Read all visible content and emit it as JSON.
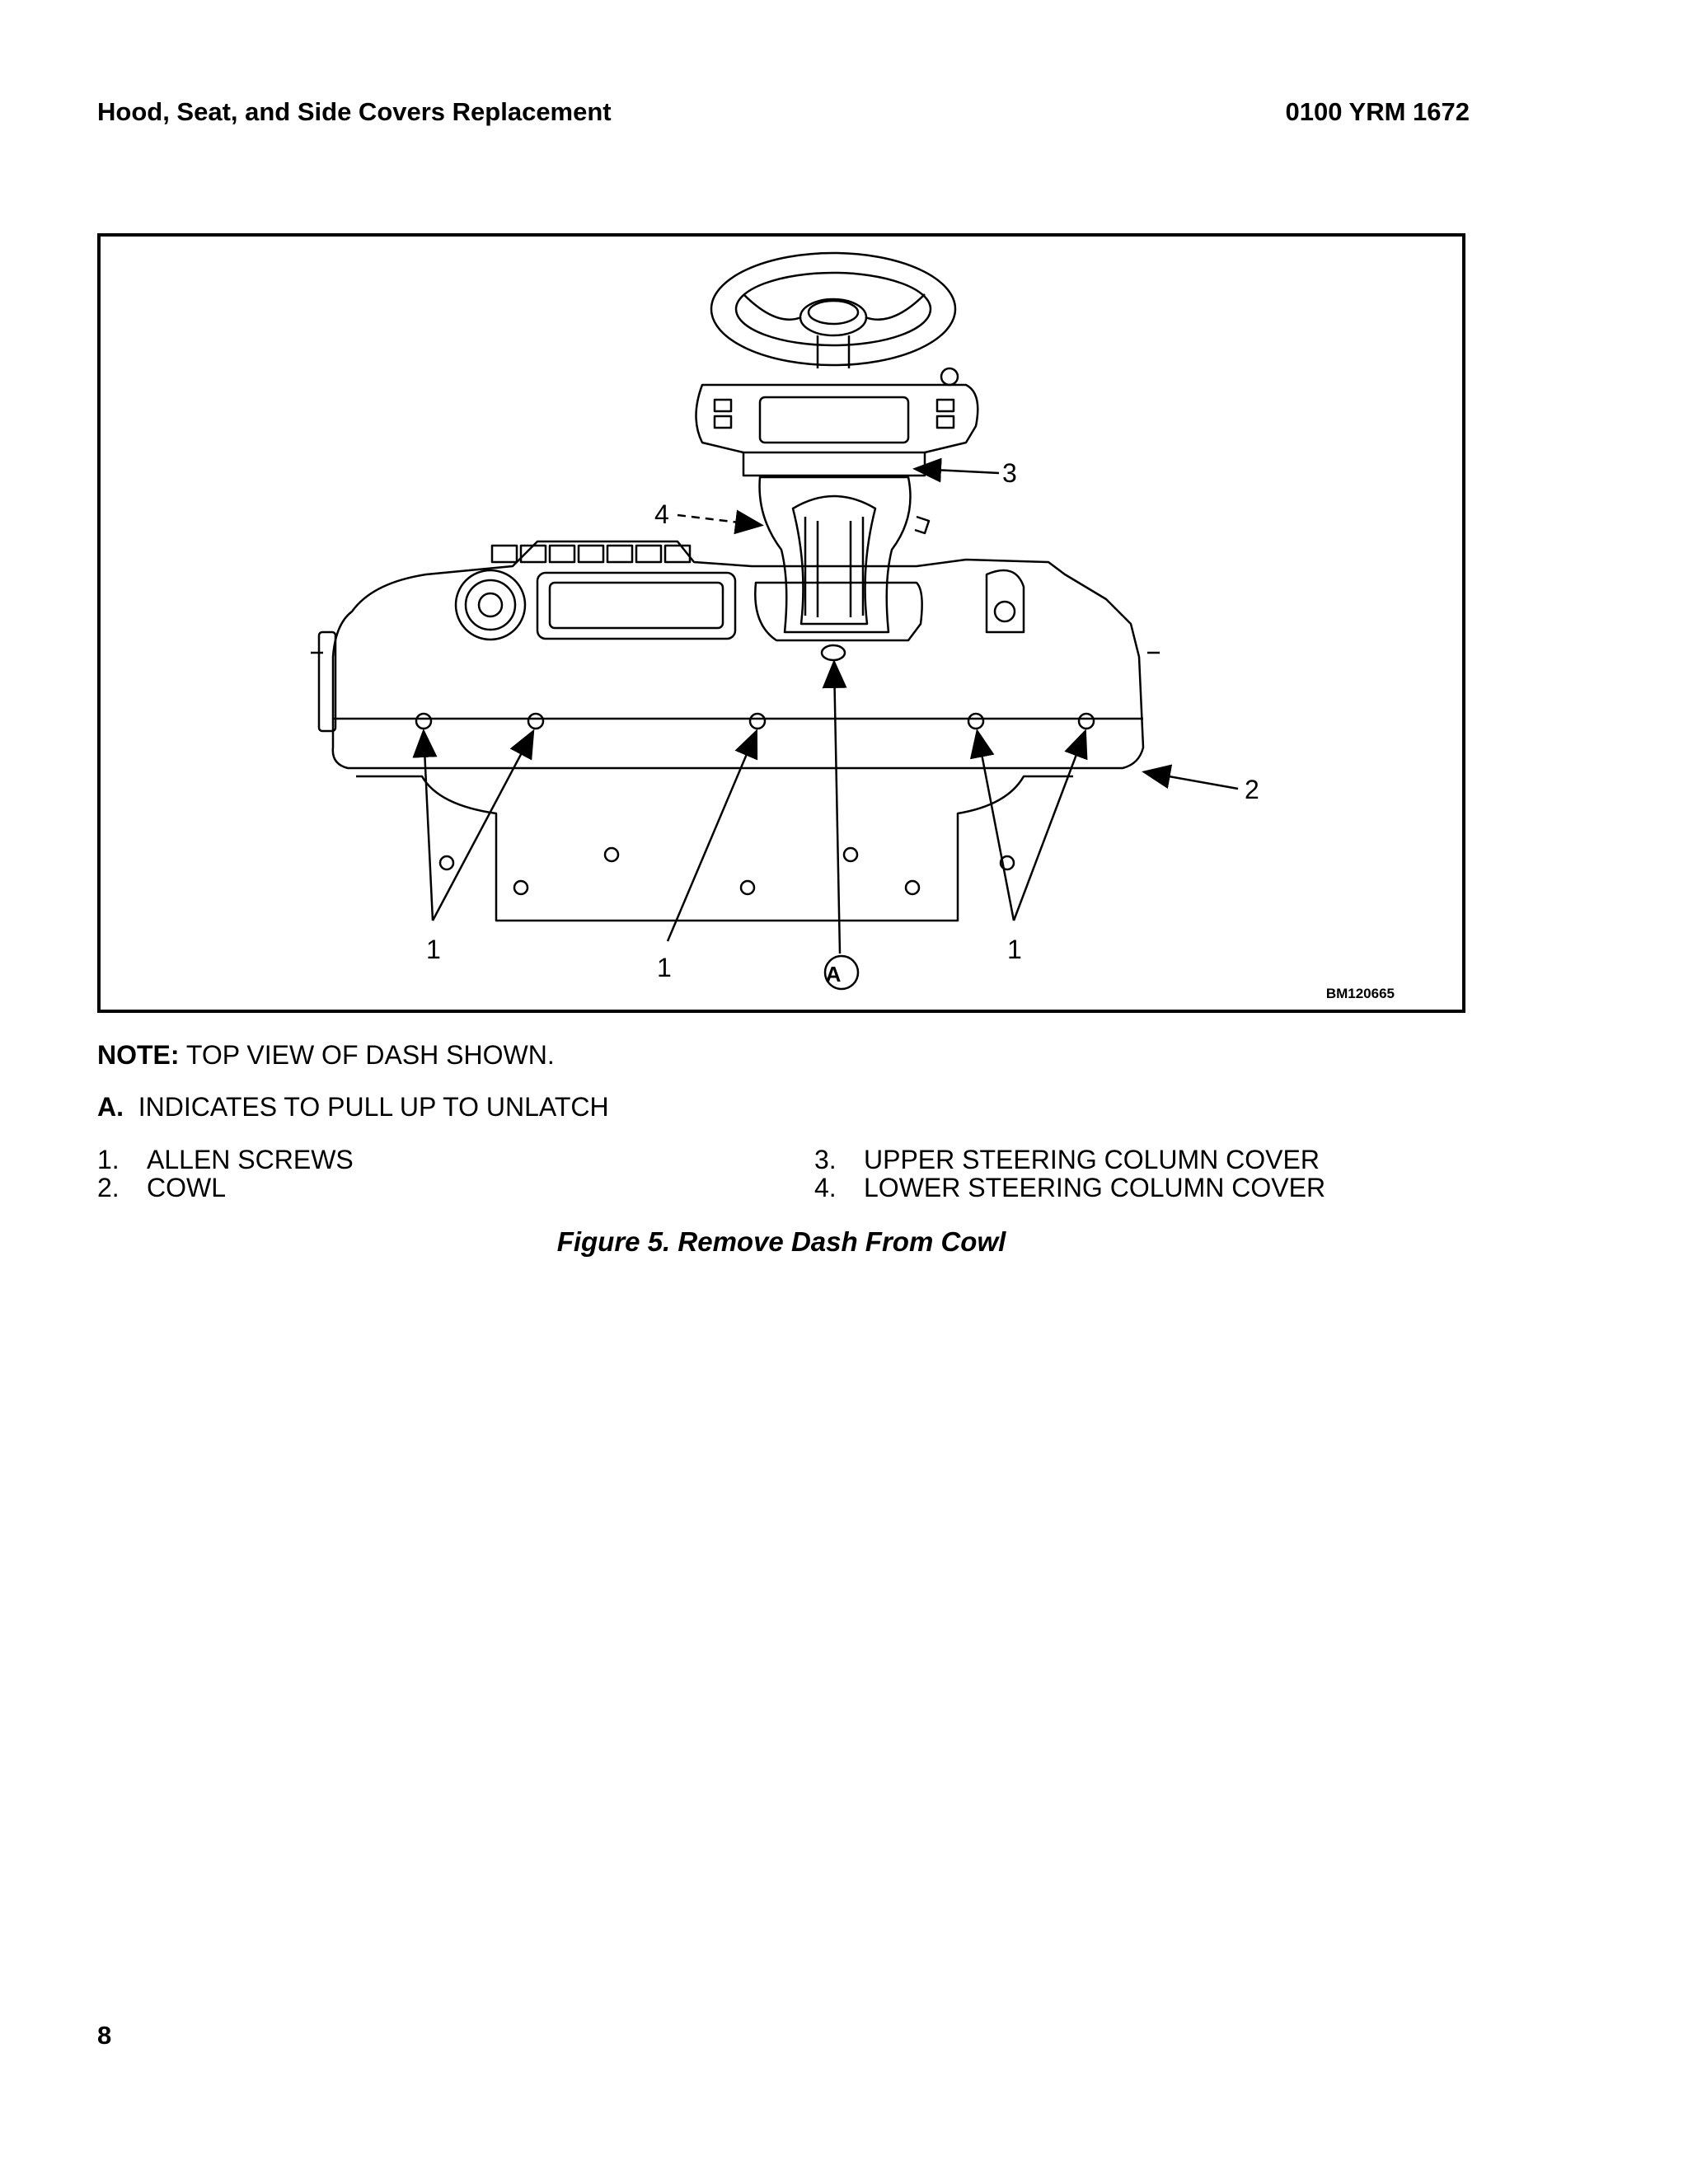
{
  "header": {
    "title": "Hood, Seat, and Side Covers Replacement",
    "doc_number": "0100 YRM 1672"
  },
  "figure": {
    "id_label": "BM120665",
    "callouts": {
      "c1a": "1",
      "c1b": "1",
      "c1c": "1",
      "c2": "2",
      "c3": "3",
      "c4": "4",
      "cA": "A"
    }
  },
  "note": {
    "label": "NOTE:",
    "text": " TOP VIEW OF DASH SHOWN."
  },
  "indicator": {
    "label": "A.",
    "text": "INDICATES TO PULL UP TO UNLATCH"
  },
  "legend": {
    "col1": [
      {
        "num": "1.",
        "label": "ALLEN SCREWS"
      },
      {
        "num": "2.",
        "label": "COWL"
      }
    ],
    "col2": [
      {
        "num": "3.",
        "label": "UPPER STEERING COLUMN COVER"
      },
      {
        "num": "4.",
        "label": "LOWER STEERING COLUMN COVER"
      }
    ]
  },
  "caption": "Figure 5. Remove Dash From Cowl",
  "page_number": "8"
}
